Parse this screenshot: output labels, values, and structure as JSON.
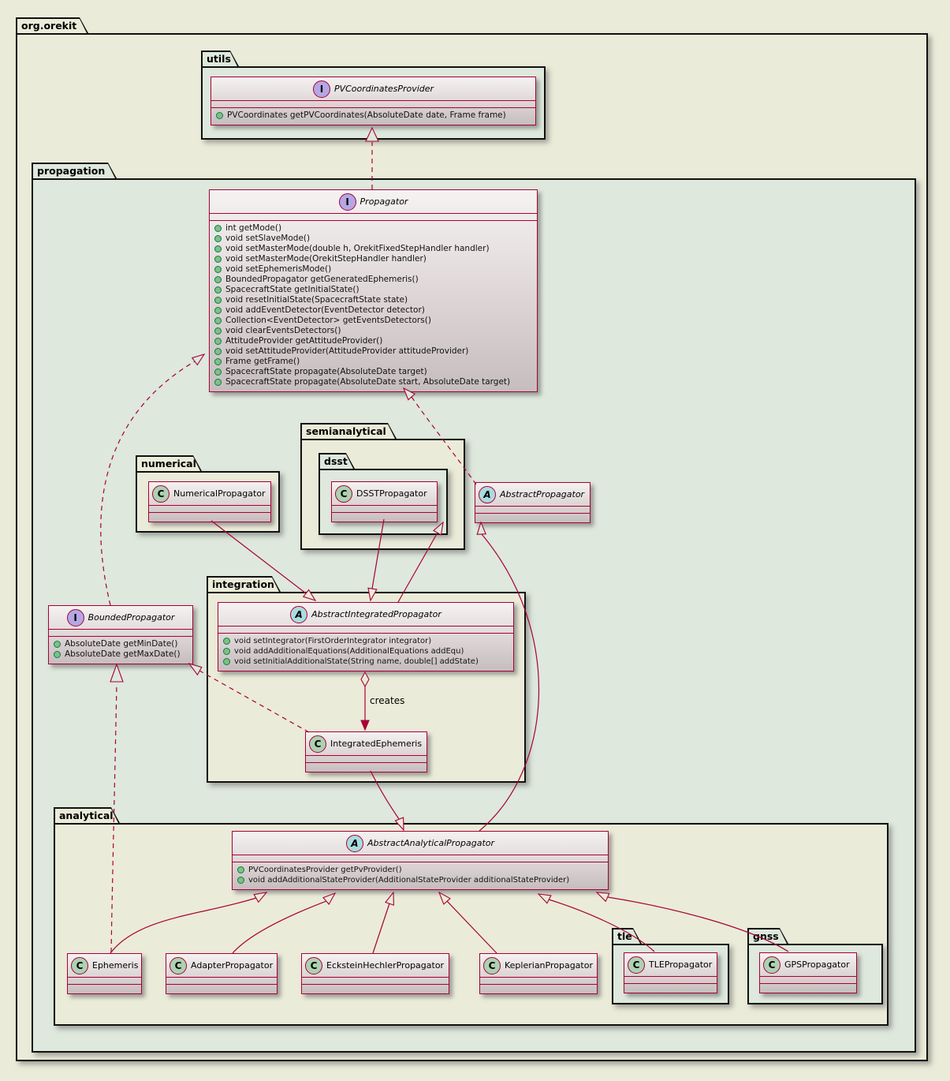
{
  "root": {
    "label": "org.orekit"
  },
  "packages": {
    "utils": "utils",
    "propagation": "propagation",
    "numerical": "numerical",
    "semianalytical": "semianalytical",
    "dsst": "dsst",
    "integration": "integration",
    "analytical": "analytical",
    "tle": "tle",
    "gnss": "gnss"
  },
  "classes": {
    "PVCoordinatesProvider": {
      "spot": "I",
      "name": "PVCoordinatesProvider",
      "methods": [
        "PVCoordinates getPVCoordinates(AbsoluteDate date, Frame frame)"
      ]
    },
    "Propagator": {
      "spot": "I",
      "name": "Propagator",
      "methods": [
        "int getMode()",
        "void setSlaveMode()",
        "void setMasterMode(double h, OrekitFixedStepHandler handler)",
        "void setMasterMode(OrekitStepHandler handler)",
        "void setEphemerisMode()",
        "BoundedPropagator getGeneratedEphemeris()",
        "SpacecraftState getInitialState()",
        "void resetInitialState(SpacecraftState state)",
        "void addEventDetector(EventDetector detector)",
        "Collection<EventDetector> getEventsDetectors()",
        "void clearEventsDetectors()",
        "AttitudeProvider getAttitudeProvider()",
        "void setAttitudeProvider(AttitudeProvider attitudeProvider)",
        "Frame getFrame()",
        "SpacecraftState propagate(AbsoluteDate target)",
        "SpacecraftState propagate(AbsoluteDate start, AbsoluteDate target)"
      ]
    },
    "NumericalPropagator": {
      "spot": "C",
      "name": "NumericalPropagator"
    },
    "DSSTPropagator": {
      "spot": "C",
      "name": "DSSTPropagator"
    },
    "AbstractPropagator": {
      "spot": "A",
      "name": "AbstractPropagator"
    },
    "AbstractIntegratedPropagator": {
      "spot": "A",
      "name": "AbstractIntegratedPropagator",
      "methods": [
        "void setIntegrator(FirstOrderIntegrator integrator)",
        "void addAdditionalEquations(AdditionalEquations addEqu)",
        "void setInitialAdditionalState(String name, double[] addState)"
      ]
    },
    "BoundedPropagator": {
      "spot": "I",
      "name": "BoundedPropagator",
      "methods": [
        "AbsoluteDate getMinDate()",
        "AbsoluteDate getMaxDate()"
      ]
    },
    "IntegratedEphemeris": {
      "spot": "C",
      "name": "IntegratedEphemeris"
    },
    "AbstractAnalyticalPropagator": {
      "spot": "A",
      "name": "AbstractAnalyticalPropagator",
      "methods": [
        "PVCoordinatesProvider getPvProvider()",
        "void addAdditionalStateProvider(AdditionalStateProvider additionalStateProvider)"
      ]
    },
    "Ephemeris": {
      "spot": "C",
      "name": "Ephemeris"
    },
    "AdapterPropagator": {
      "spot": "C",
      "name": "AdapterPropagator"
    },
    "EcksteinHechlerPropagator": {
      "spot": "C",
      "name": "EcksteinHechlerPropagator"
    },
    "KeplerianPropagator": {
      "spot": "C",
      "name": "KeplerianPropagator"
    },
    "TLEPropagator": {
      "spot": "C",
      "name": "TLEPropagator"
    },
    "GPSPropagator": {
      "spot": "C",
      "name": "GPSPropagator"
    }
  },
  "edges": {
    "creates_label": "creates"
  },
  "colors": {
    "line": "#A80036",
    "package_fill_beige": "#EBEBD9",
    "package_fill_green": "#DEE8DC",
    "class_fill_top": "#F5F2F2",
    "class_fill_bottom": "#C6BEBE",
    "interface_spot": "#B4A7E5",
    "class_spot": "#ADD1B2",
    "abstract_spot": "#A9DCDF",
    "public_method_dot": "#84BE84",
    "package_border": "#111111"
  }
}
